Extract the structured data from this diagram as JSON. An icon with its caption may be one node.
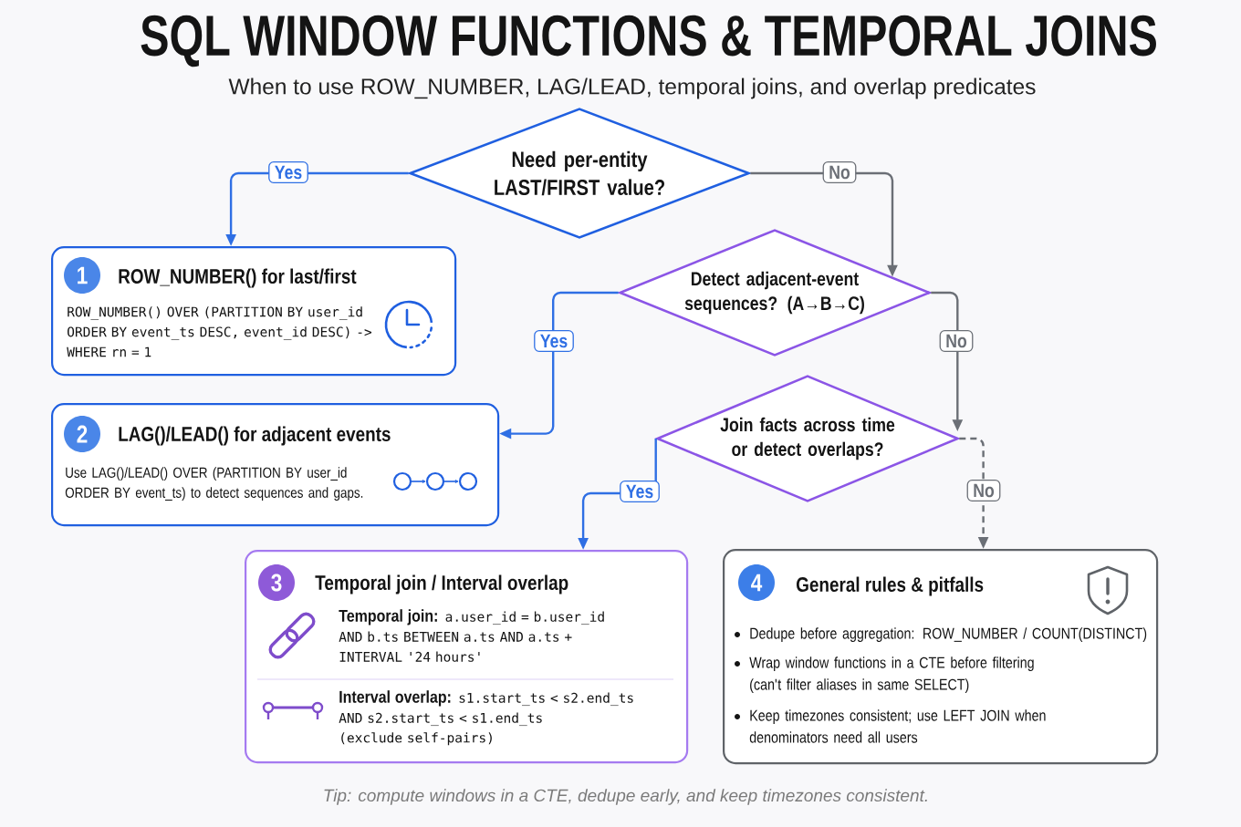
{
  "diagram": {
    "title": "SQL WINDOW FUNCTIONS & TEMPORAL JOINS",
    "caption": "Tip: compute windows in a CTE, dedupe early, and keep timezones consistent.",
    "nodes": [
      {
        "text": [
          "Need per-entity LAST/FIRST value?"
        ]
      },
      {
        "text": [
          "1",
          "ROW_NUMBER() for last/first",
          "ROW_NUMBER() OVER (PARTITION BY user_id ORDER BY event_ts DESC, event_id DESC) -> WHERE rn = 1"
        ]
      },
      {
        "text": [
          "Detect adjacent-event sequences? (A→B→C)"
        ]
      },
      {
        "text": [
          "2",
          "LAG()/LEAD() for adjacent events",
          "Use LAG()/LEAD() OVER (PARTITION BY user_id ORDER BY event_ts) to detect sequences and gaps."
        ]
      },
      {
        "text": [
          "Join facts across time or detect overlaps?"
        ]
      },
      {
        "text": [
          "3",
          "Temporal join / Interval overlap",
          "**Temporal join:** a.user_id = b.user_id AND b.ts BETWEEN a.ts AND a.ts + INTERVAL '24 hours'",
          "**Interval overlap:** s1.start_ts < s2.end_ts AND s2.start_ts < s1.end_ts",
          "(exclude self-pairs)"
        ]
      },
      {
        "text": [
          "4",
          "General rules & pitfalls",
          "Dedupe before aggregation: ROW_NUMBER / COUNT(DISTINCT)",
          "Wrap window functions in a CTE before filtering (can't filter aliases in same SELECT)",
          "Keep timezones consistent; use LEFT JOIN when denominators need all users"
        ]
      }
    ],
    "edges": [
      {
        "from": 0,
        "to": 1,
        "arrow": "to",
        "label": "Yes",
        "color": "#2f6fe4"
      },
      {
        "from": 0,
        "to": 2,
        "arrow": "to",
        "label": "No",
        "color": "#6b6f76"
      },
      {
        "from": 2,
        "to": 3,
        "arrow": "to",
        "label": "Yes",
        "color": "#2f6fe4"
      },
      {
        "from": 2,
        "to": 4,
        "arrow": "to",
        "label": "No",
        "color": "#6b6f76"
      },
      {
        "from": 4,
        "to": 5,
        "arrow": "to",
        "label": "Yes",
        "color": "#2f6fe4"
      },
      {
        "from": 4,
        "to": 6,
        "arrow": "to",
        "label": "No",
        "color": "#6b6f76",
        "style": "dashed"
      }
    ],
    "labels": [
      "When to use ROW_NUMBER, LAG/LEAD, temporal joins, and overlap predicates"
    ]
  }
}
